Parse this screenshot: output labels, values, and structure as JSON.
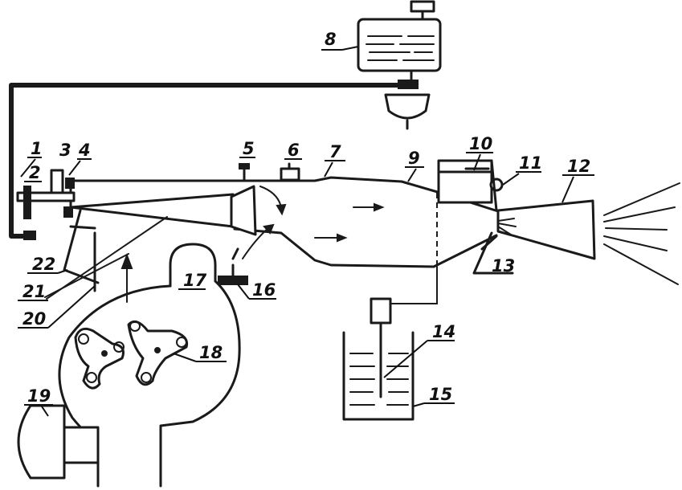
{
  "labels": [
    {
      "key": "l1",
      "text": "1"
    },
    {
      "key": "l2",
      "text": "2"
    },
    {
      "key": "l3",
      "text": "3"
    },
    {
      "key": "l4",
      "text": "4"
    },
    {
      "key": "l5",
      "text": "5"
    },
    {
      "key": "l6",
      "text": "6"
    },
    {
      "key": "l7",
      "text": "7"
    },
    {
      "key": "l8",
      "text": "8"
    },
    {
      "key": "l9",
      "text": "9"
    },
    {
      "key": "l10",
      "text": "10"
    },
    {
      "key": "l11",
      "text": "11"
    },
    {
      "key": "l12",
      "text": "12"
    },
    {
      "key": "l13",
      "text": "13"
    },
    {
      "key": "l14",
      "text": "14"
    },
    {
      "key": "l15",
      "text": "15"
    },
    {
      "key": "l16",
      "text": "16"
    },
    {
      "key": "l17",
      "text": "17"
    },
    {
      "key": "l18",
      "text": "18"
    },
    {
      "key": "l19",
      "text": "19"
    },
    {
      "key": "l20",
      "text": "20"
    },
    {
      "key": "l21",
      "text": "21"
    },
    {
      "key": "l22",
      "text": "22"
    }
  ],
  "colors": {
    "ink": "#1a1a1a",
    "paper": "#ffffff"
  }
}
